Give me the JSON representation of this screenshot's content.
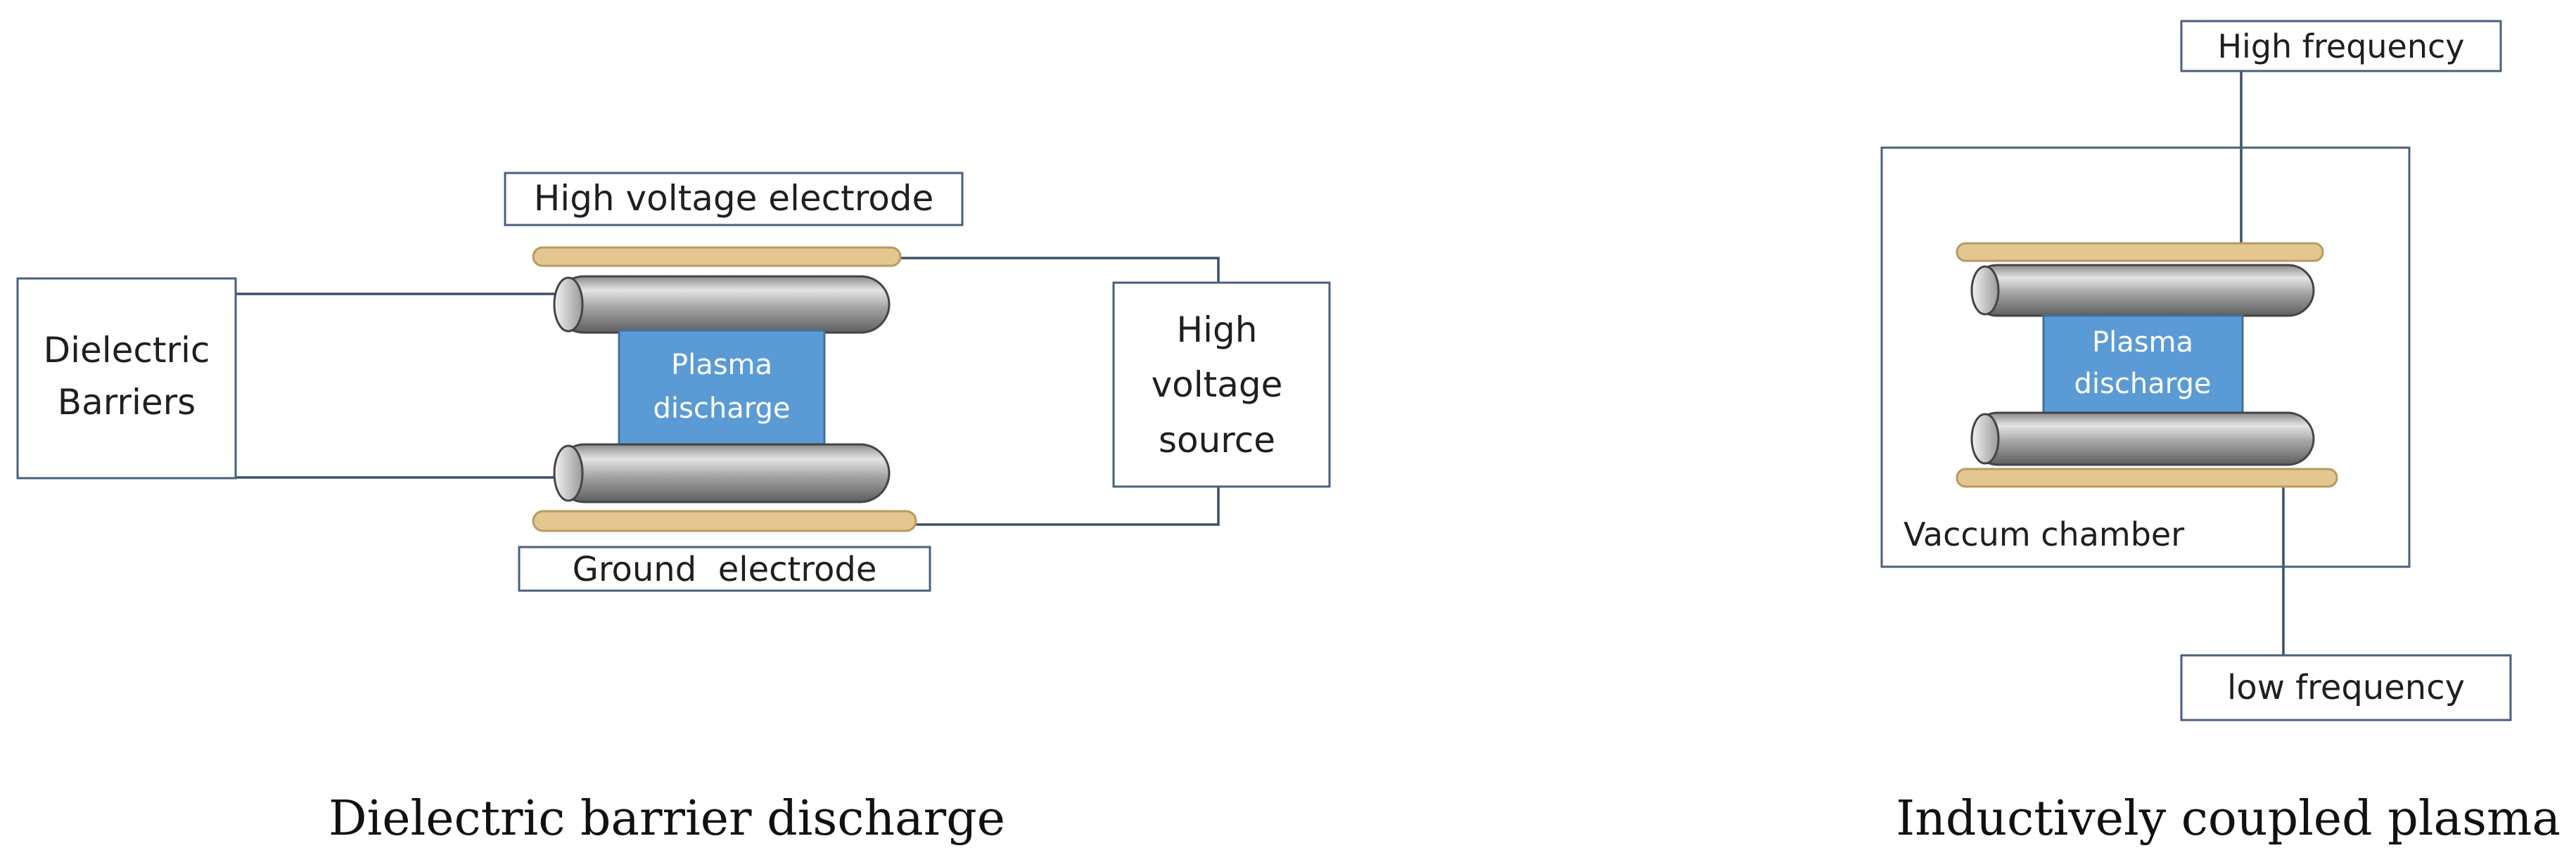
{
  "colors": {
    "box_stroke": "#4a5f80",
    "wire": "#3f4f6a",
    "electrode_fill": "#e3c690",
    "electrode_stroke": "#b89a62",
    "plasma_fill": "#5b9bd5",
    "plasma_stroke": "#41719c",
    "plasma_text": "#ffffff",
    "barrier_dark": "#6e6e6e",
    "barrier_light": "#d9d9d9"
  },
  "dbd": {
    "high_voltage_electrode_label": "High voltage electrode",
    "ground_electrode_label": "Ground  electrode",
    "dielectric_barriers_label": [
      "Dielectric",
      "Barriers"
    ],
    "high_voltage_source_label": [
      "High",
      "voltage",
      "source"
    ],
    "plasma_label": [
      "Plasma",
      "discharge"
    ],
    "caption": "Dielectric barrier discharge"
  },
  "icp": {
    "high_frequency_label": "High frequency",
    "low_frequency_label": "low frequency",
    "chamber_label": "Vaccum chamber",
    "plasma_label": [
      "Plasma",
      "discharge"
    ],
    "caption": "Inductively coupled plasma"
  }
}
